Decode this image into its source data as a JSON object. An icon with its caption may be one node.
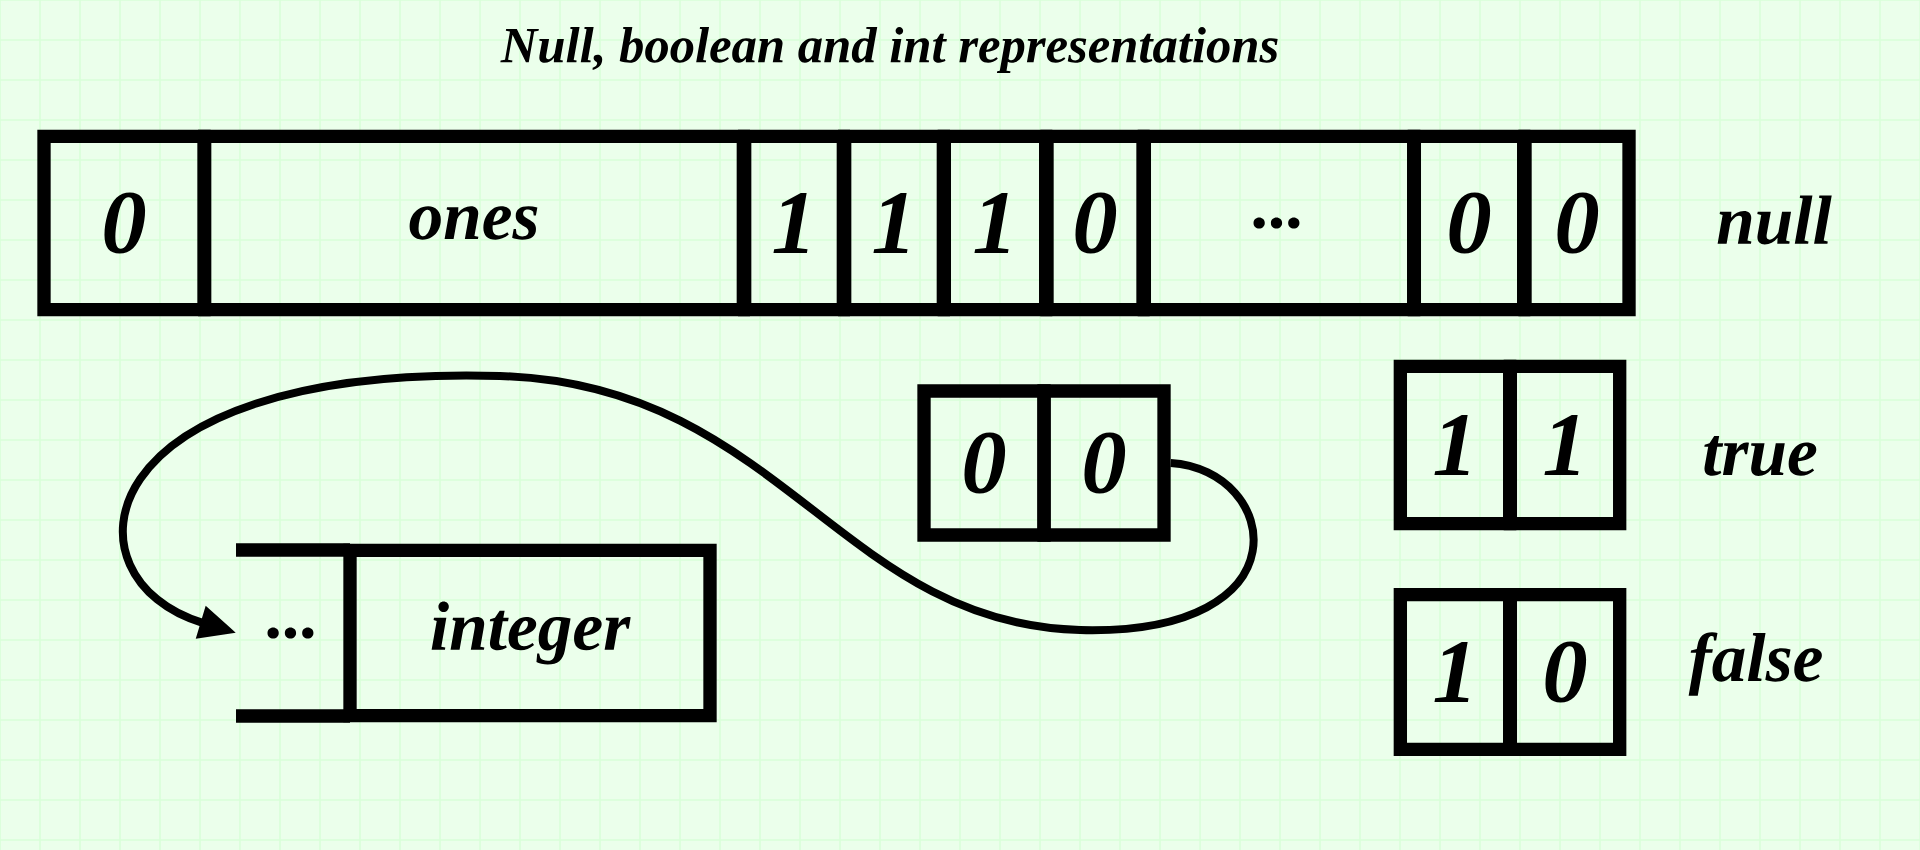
{
  "diagram": {
    "title": "Null, boolean and int representations",
    "nodes": [
      {
        "text": [
          "0"
        ]
      },
      {
        "text": [
          "ones"
        ]
      },
      {
        "text": [
          "1"
        ]
      },
      {
        "text": [
          "1"
        ]
      },
      {
        "text": [
          "1"
        ]
      },
      {
        "text": [
          "0"
        ]
      },
      {
        "text": [
          "..."
        ]
      },
      {
        "text": [
          "0"
        ]
      },
      {
        "text": [
          "0"
        ]
      },
      {
        "text": [
          "0"
        ]
      },
      {
        "text": [
          "0"
        ]
      },
      {
        "text": [
          "1"
        ]
      },
      {
        "text": [
          "1"
        ]
      },
      {
        "text": [
          "..."
        ]
      },
      {
        "text": [
          "integer"
        ]
      },
      {
        "text": [
          "1"
        ]
      },
      {
        "text": [
          "0"
        ]
      }
    ],
    "edges": [
      {
        "from": 10,
        "to": 13,
        "arrow": "to"
      }
    ],
    "labels": [
      "null",
      "true",
      "false"
    ]
  }
}
